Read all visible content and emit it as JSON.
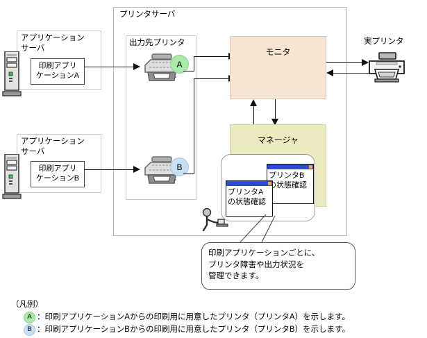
{
  "diagram": {
    "printer_server": {
      "title": "プリンタサーバ"
    },
    "output_printers": {
      "title": "出力先プリンタ"
    },
    "app_server_a": {
      "title": "アプリケーション\nサーバ",
      "app_label": "印刷アプリ\nケーションA",
      "icon": "server-tower-icon"
    },
    "app_server_b": {
      "title": "アプリケーション\nサーバ",
      "app_label": "印刷アプリ\nケーションB",
      "icon": "server-tower-icon"
    },
    "printer_a": {
      "badge": "A",
      "badge_color": "#a9eaa9",
      "icon": "printer-icon"
    },
    "printer_b": {
      "badge": "B",
      "badge_color": "#c6dff5",
      "icon": "printer-icon"
    },
    "monitor": {
      "label": "モニタ",
      "fill": "#f7e4d3"
    },
    "manager": {
      "label": "マネージャ",
      "fill": "#eceabf"
    },
    "real_printer": {
      "label": "実プリンタ",
      "icon": "printer-icon"
    },
    "operator": {
      "icon": "person-at-desk-icon"
    },
    "window_a": {
      "label": "プリンタA\nの状態確認",
      "titlebar_color": "#2d4bd0"
    },
    "window_b": {
      "label": "プリンタB\nの状態確認",
      "titlebar_color": "#2d4bd0"
    },
    "callout": {
      "text": "印刷アプリケーションごとに、\nプリンタ障害や出力状況を\n管理できます。"
    }
  },
  "legend": {
    "title": "（凡例）",
    "rows": [
      {
        "badge": "A",
        "text": "：印刷アプリケーションAからの印刷用に用意したプリンタ（プリンタA）を示します。"
      },
      {
        "badge": "B",
        "text": "：印刷アプリケーションBからの印刷用に用意したプリンタ（プリンタB）を示します。"
      }
    ]
  }
}
